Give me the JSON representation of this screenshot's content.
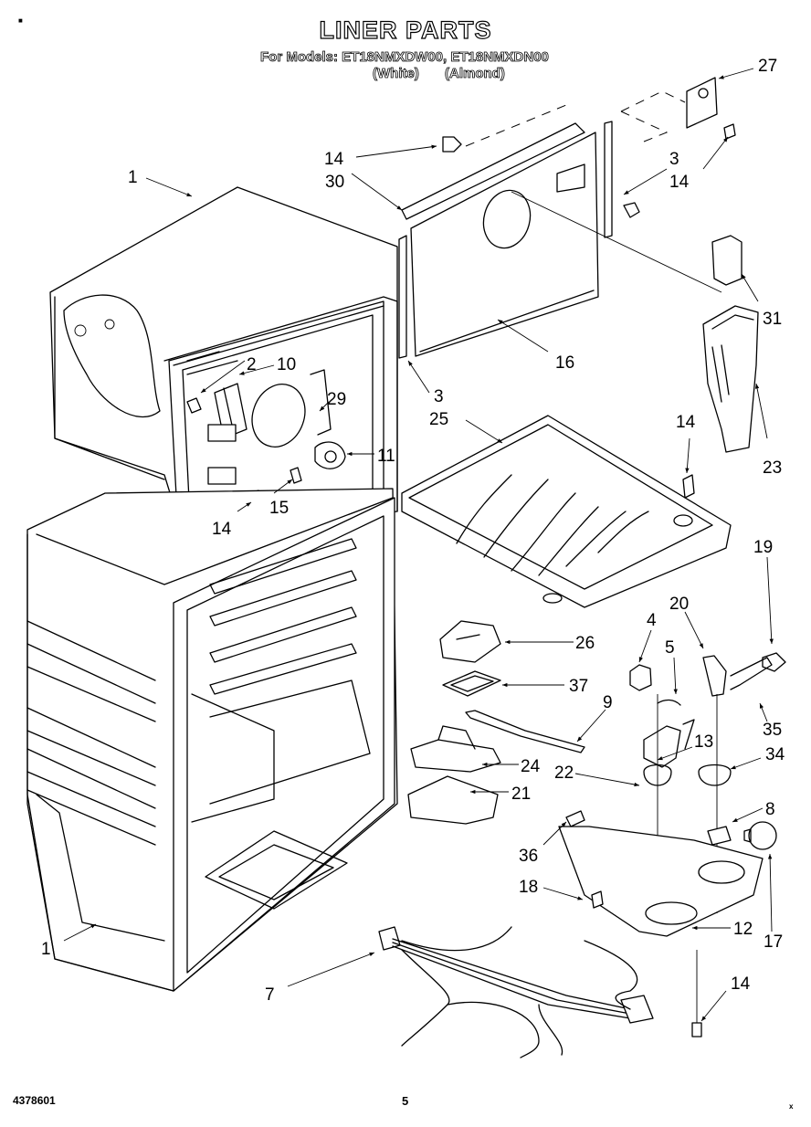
{
  "header": {
    "title": "LINER PARTS",
    "models_line": "For Models: ET18NMXDW00, ET18NMXDN00",
    "color_white": "(White)",
    "color_almond": "(Almond)"
  },
  "footer": {
    "document_number": "4378601",
    "page_number": "5",
    "corner_mark": "x"
  },
  "callouts": [
    {
      "id": "c1a",
      "label": "1"
    },
    {
      "id": "c1b",
      "label": "1"
    },
    {
      "id": "c2",
      "label": "2"
    },
    {
      "id": "c3a",
      "label": "3"
    },
    {
      "id": "c3b",
      "label": "3"
    },
    {
      "id": "c4",
      "label": "4"
    },
    {
      "id": "c5",
      "label": "5"
    },
    {
      "id": "c7",
      "label": "7"
    },
    {
      "id": "c8",
      "label": "8"
    },
    {
      "id": "c9",
      "label": "9"
    },
    {
      "id": "c10",
      "label": "10"
    },
    {
      "id": "c11",
      "label": "11"
    },
    {
      "id": "c12",
      "label": "12"
    },
    {
      "id": "c13",
      "label": "13"
    },
    {
      "id": "c14a",
      "label": "14"
    },
    {
      "id": "c14b",
      "label": "14"
    },
    {
      "id": "c14c",
      "label": "14"
    },
    {
      "id": "c14d",
      "label": "14"
    },
    {
      "id": "c14e",
      "label": "14"
    },
    {
      "id": "c15",
      "label": "15"
    },
    {
      "id": "c16",
      "label": "16"
    },
    {
      "id": "c17",
      "label": "17"
    },
    {
      "id": "c18",
      "label": "18"
    },
    {
      "id": "c19",
      "label": "19"
    },
    {
      "id": "c20",
      "label": "20"
    },
    {
      "id": "c21",
      "label": "21"
    },
    {
      "id": "c22",
      "label": "22"
    },
    {
      "id": "c23",
      "label": "23"
    },
    {
      "id": "c24",
      "label": "24"
    },
    {
      "id": "c25",
      "label": "25"
    },
    {
      "id": "c26",
      "label": "26"
    },
    {
      "id": "c27",
      "label": "27"
    },
    {
      "id": "c29",
      "label": "29"
    },
    {
      "id": "c30",
      "label": "30"
    },
    {
      "id": "c31",
      "label": "31"
    },
    {
      "id": "c34",
      "label": "34"
    },
    {
      "id": "c35",
      "label": "35"
    },
    {
      "id": "c36",
      "label": "36"
    },
    {
      "id": "c37",
      "label": "37"
    }
  ]
}
